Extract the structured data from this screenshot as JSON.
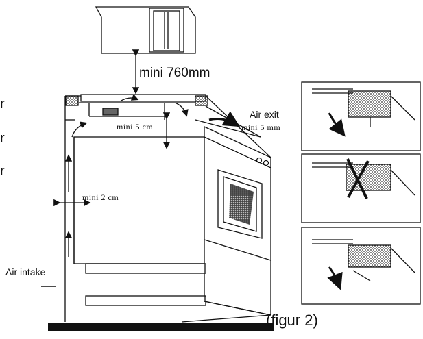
{
  "labels": {
    "hood_clearance": "mini 760mm",
    "top_gap": "mini  5  cm",
    "air_exit": "Air   exit",
    "exit_gap": "mini  5  mm",
    "side_gap": "mini  2  cm",
    "air_intake": "Air   intake",
    "figure": "(figur 2)",
    "edge_r": [
      "r",
      "r",
      "r"
    ]
  },
  "colors": {
    "ink": "#111111",
    "hatch": "#555555"
  }
}
